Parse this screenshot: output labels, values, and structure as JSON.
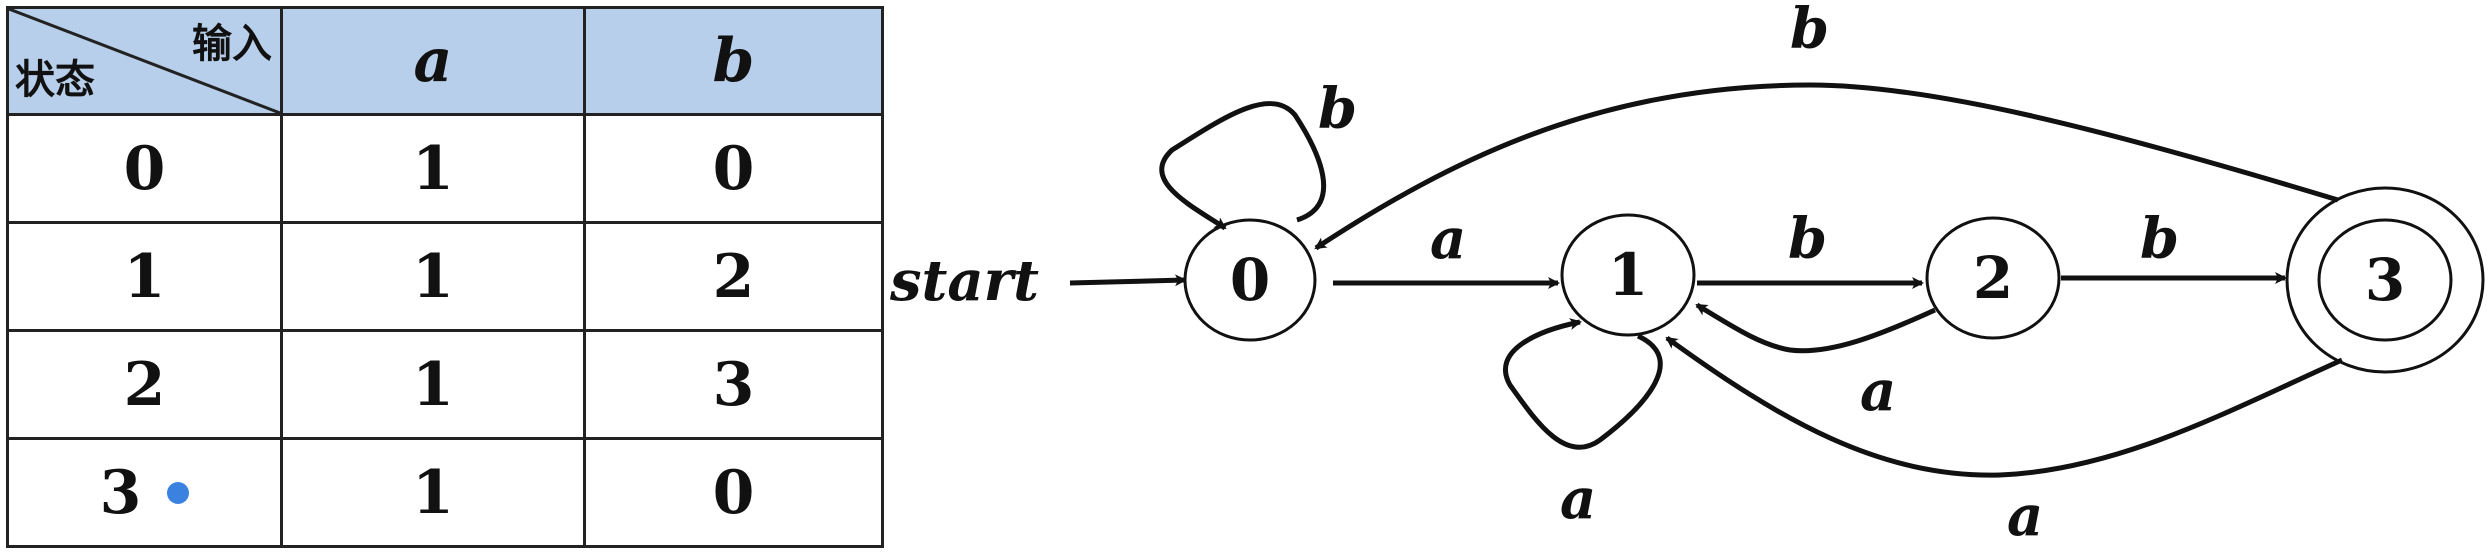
{
  "table": {
    "header": {
      "input_label": "输入",
      "state_label": "状态",
      "col_a": "a",
      "col_b": "b"
    },
    "rows": [
      {
        "state": "0",
        "a": "1",
        "b": "0"
      },
      {
        "state": "1",
        "a": "1",
        "b": "2"
      },
      {
        "state": "2",
        "a": "1",
        "b": "3"
      },
      {
        "state": "3",
        "a": "1",
        "b": "0"
      }
    ],
    "accept_marker_color": "#3b82e0"
  },
  "diagram": {
    "start_label": "start",
    "states": [
      "0",
      "1",
      "2",
      "3"
    ],
    "accepting_state": "3",
    "transitions": [
      {
        "from": "0",
        "to": "0",
        "label": "b"
      },
      {
        "from": "0",
        "to": "1",
        "label": "a"
      },
      {
        "from": "1",
        "to": "1",
        "label": "a"
      },
      {
        "from": "1",
        "to": "2",
        "label": "b"
      },
      {
        "from": "2",
        "to": "1",
        "label": "a"
      },
      {
        "from": "2",
        "to": "3",
        "label": "b"
      },
      {
        "from": "3",
        "to": "1",
        "label": "a"
      },
      {
        "from": "3",
        "to": "0",
        "label": "b"
      }
    ]
  }
}
